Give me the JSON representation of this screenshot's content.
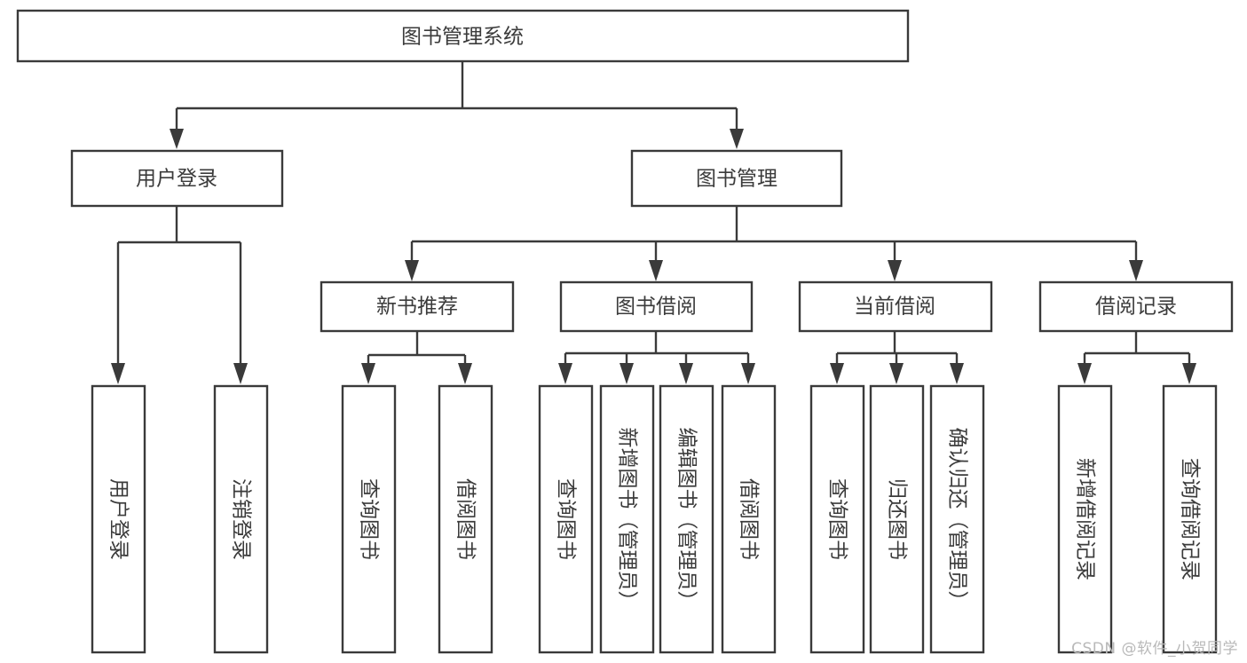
{
  "diagram": {
    "type": "tree",
    "title": "图书管理系统",
    "root": {
      "id": "root",
      "label": "图书管理系统"
    },
    "level2": [
      {
        "id": "user-login",
        "label": "用户登录"
      },
      {
        "id": "book-manage",
        "label": "图书管理"
      }
    ],
    "level3": [
      {
        "id": "new-book-rec",
        "label": "新书推荐",
        "parent": "book-manage"
      },
      {
        "id": "book-borrow",
        "label": "图书借阅",
        "parent": "book-manage"
      },
      {
        "id": "current-borrow",
        "label": "当前借阅",
        "parent": "book-manage"
      },
      {
        "id": "borrow-record",
        "label": "借阅记录",
        "parent": "book-manage"
      }
    ],
    "leaves": [
      {
        "id": "leaf-user-login",
        "label": "用户登录",
        "parent": "user-login"
      },
      {
        "id": "leaf-logout",
        "label": "注销登录",
        "parent": "user-login"
      },
      {
        "id": "leaf-query-book-1",
        "label": "查询图书",
        "parent": "new-book-rec"
      },
      {
        "id": "leaf-borrow-book-1",
        "label": "借阅图书",
        "parent": "new-book-rec"
      },
      {
        "id": "leaf-query-book-2",
        "label": "查询图书",
        "parent": "book-borrow"
      },
      {
        "id": "leaf-add-book",
        "label": "新增图书（管理员）",
        "parent": "book-borrow"
      },
      {
        "id": "leaf-edit-book",
        "label": "编辑图书（管理员）",
        "parent": "book-borrow"
      },
      {
        "id": "leaf-borrow-book-2",
        "label": "借阅图书",
        "parent": "book-borrow"
      },
      {
        "id": "leaf-query-book-3",
        "label": "查询图书",
        "parent": "current-borrow"
      },
      {
        "id": "leaf-return-book",
        "label": "归还图书",
        "parent": "current-borrow"
      },
      {
        "id": "leaf-confirm-return",
        "label": "确认归还（管理员）",
        "parent": "current-borrow"
      },
      {
        "id": "leaf-add-record",
        "label": "新增借阅记录",
        "parent": "borrow-record"
      },
      {
        "id": "leaf-query-record",
        "label": "查询借阅记录",
        "parent": "borrow-record"
      }
    ],
    "colors": {
      "stroke": "#3a3a3a",
      "fill": "#ffffff",
      "text": "#3b3b3b",
      "watermark": "#b9b9b9",
      "background": "#ffffff"
    }
  },
  "watermark": {
    "text": "CSDN @软件_小贺同学"
  }
}
